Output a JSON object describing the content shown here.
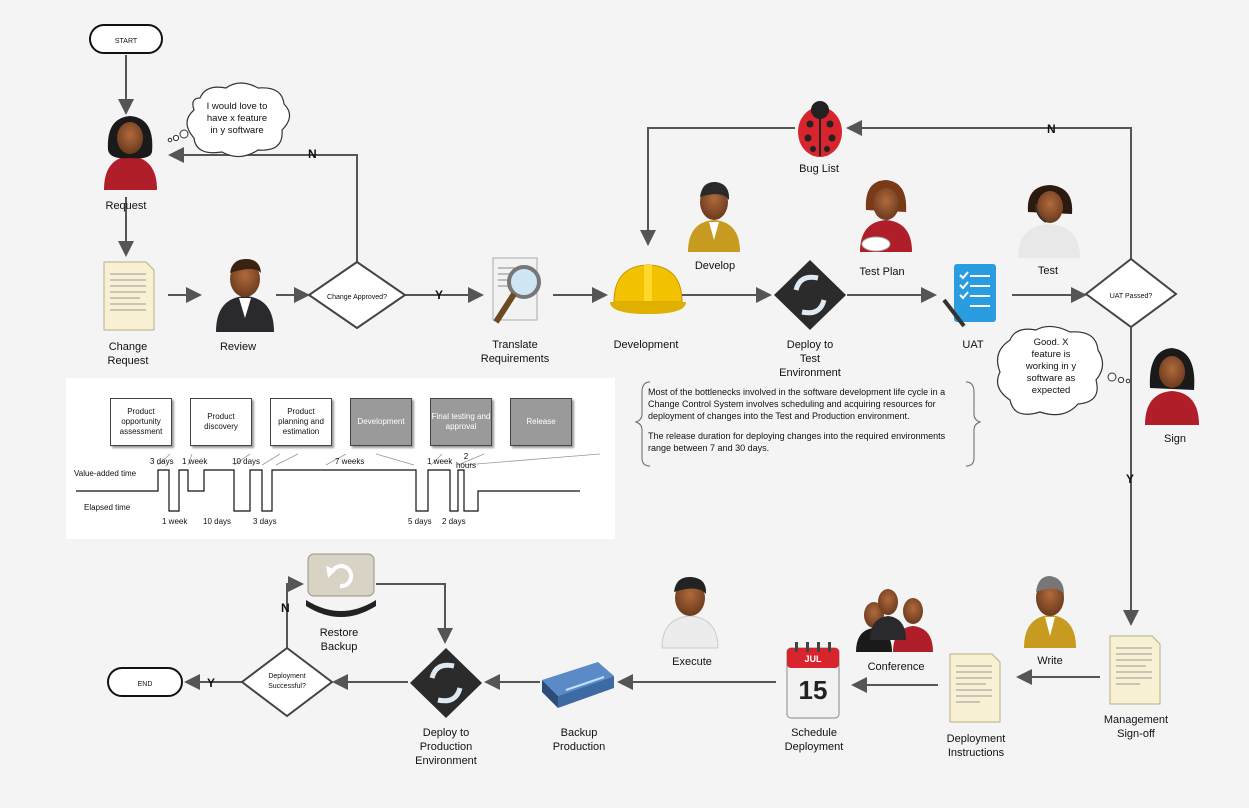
{
  "nodes": {
    "start": "START",
    "end": "END",
    "request": "Request",
    "change_request": "Change\nRequest",
    "review": "Review",
    "change_approved": "Change Approved?",
    "translate": "Translate\nRequirements",
    "development": "Development",
    "develop": "Develop",
    "deploy_test": "Deploy to\nTest\nEnvironment",
    "test_plan": "Test Plan",
    "uat": "UAT",
    "test": "Test",
    "uat_passed": "UAT Passed?",
    "bug_list": "Bug List",
    "sign": "Sign",
    "management_signoff": "Management\nSign-off",
    "write": "Write",
    "deployment_instructions": "Deployment\nInstructions",
    "conference": "Conference",
    "schedule": "Schedule\nDeployment",
    "execute": "Execute",
    "backup": "Backup\nProduction",
    "deploy_prod": "Deploy to\nProduction\nEnvironment",
    "deployment_successful": "Deployment\nSuccessful?",
    "restore": "Restore\nBackup"
  },
  "branches": {
    "n1": "N",
    "y1": "Y",
    "n2": "N",
    "y2": "Y",
    "n3": "N",
    "y3": "Y"
  },
  "clouds": {
    "request_thought": "I would love to\nhave x feature\nin y software",
    "sign_thought": "Good. X\nfeature is\nworking in y\nsoftware as\nexpected"
  },
  "calendar": {
    "month": "JUL",
    "day": "15"
  },
  "note": {
    "p1": "Most of the bottlenecks involved in the software development life cycle in a Change Control System involves scheduling and acquiring resources for deployment of changes into the Test and Production environment.",
    "p2": "The release duration for deploying changes into the required environments range between 7 and 30 days."
  },
  "inset": {
    "stages": [
      "Product opportunity assessment",
      "Product discovery",
      "Product planning and estimation",
      "Development",
      "Final testing and approval",
      "Release"
    ],
    "value_label": "Value-added time",
    "elapsed_label": "Elapsed time",
    "top_durations": [
      "3 days",
      "1 week",
      "10 days",
      "7 weeks",
      "1 week",
      "2 hours"
    ],
    "bottom_durations": [
      "1 week",
      "10 days",
      "3 days",
      "5 days",
      "2 days"
    ]
  },
  "colors": {
    "line": "#555555",
    "gray_box": "#9a9a9a",
    "accent_red": "#b01e2a"
  }
}
